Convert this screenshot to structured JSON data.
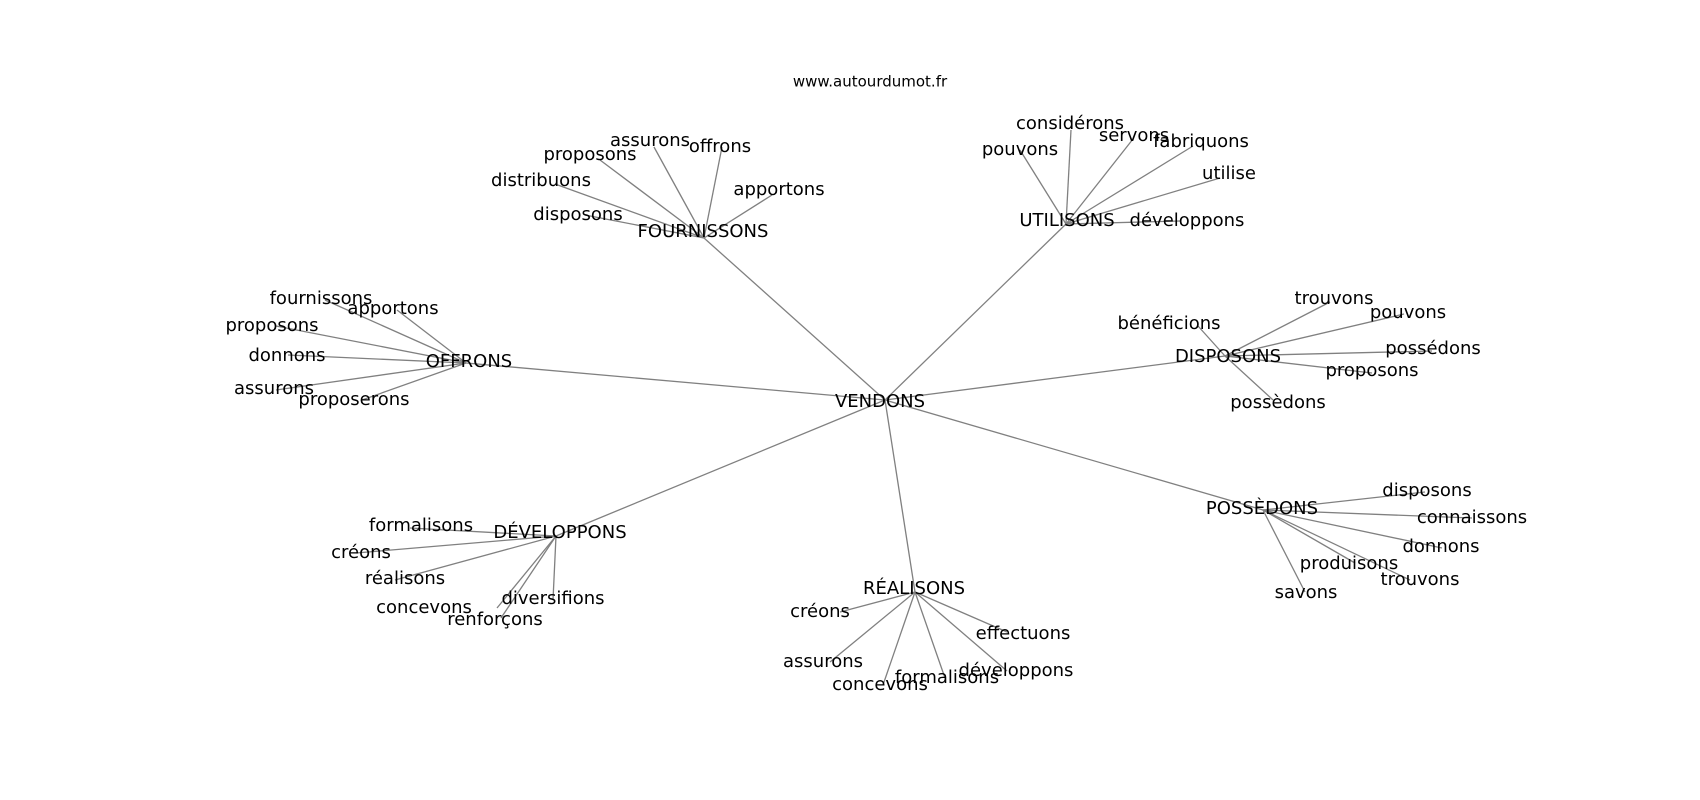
{
  "source_label": "www.autourdumot.fr",
  "colors": {
    "edge": "#808080",
    "text": "#000000",
    "background": "#ffffff"
  },
  "graph": {
    "center": "VENDONS",
    "clusters": [
      {
        "hub": "FOURNISSONS",
        "leaves": [
          "assurons",
          "offrons",
          "proposons",
          "distribuons",
          "apportons",
          "disposons"
        ]
      },
      {
        "hub": "UTILISONS",
        "leaves": [
          "considérons",
          "pouvons",
          "servons",
          "fabriquons",
          "utilise",
          "développons"
        ]
      },
      {
        "hub": "OFFRONS",
        "leaves": [
          "fournissons",
          "apportons",
          "proposons",
          "donnons",
          "assurons",
          "proposerons"
        ]
      },
      {
        "hub": "DISPOSONS",
        "leaves": [
          "trouvons",
          "bénéficions",
          "pouvons",
          "possédons",
          "proposons",
          "possèdons"
        ]
      },
      {
        "hub": "DÉVELOPPONS",
        "leaves": [
          "formalisons",
          "créons",
          "réalisons",
          "concevons",
          "diversifions",
          "renforçons"
        ]
      },
      {
        "hub": "RÉALISONS",
        "leaves": [
          "créons",
          "effectuons",
          "assurons",
          "développons",
          "concevons",
          "formalisons"
        ]
      },
      {
        "hub": "POSSÈDONS",
        "leaves": [
          "disposons",
          "connaissons",
          "donnons",
          "produisons",
          "trouvons",
          "savons"
        ]
      }
    ]
  }
}
